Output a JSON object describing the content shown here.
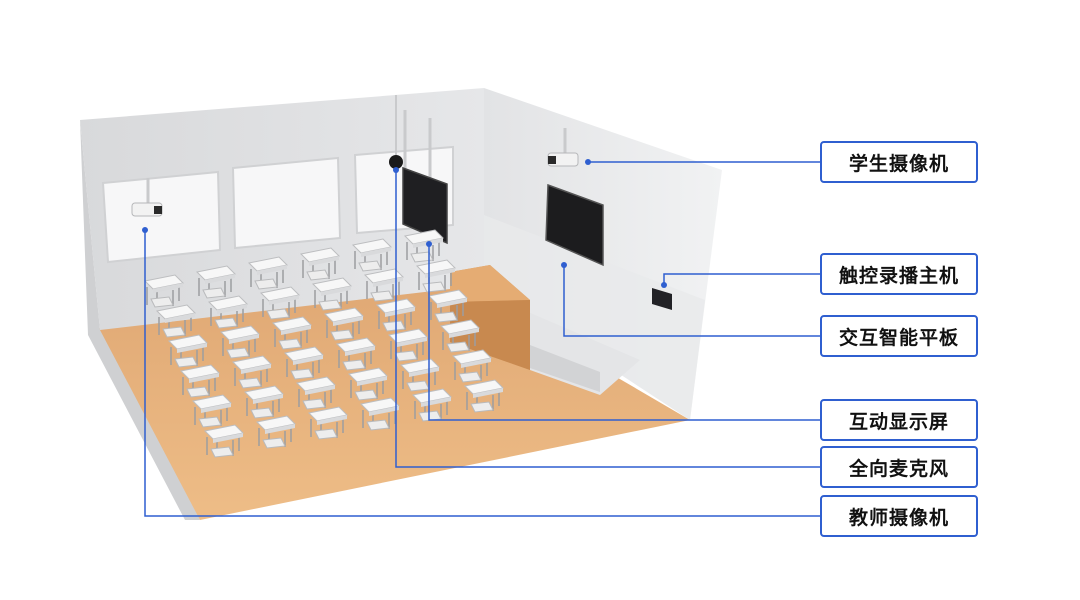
{
  "labels": {
    "student_camera": "学生摄像机",
    "touch_recorder": "触控录播主机",
    "interactive_tablet": "交互智能平板",
    "interactive_display": "互动显示屏",
    "omni_microphone": "全向麦克风",
    "teacher_camera": "教师摄像机"
  },
  "colors": {
    "callout_line": "#2f5fd0",
    "floor": "#e8b47c",
    "wall": "#e3e4e6",
    "desk": "#f4f4f4"
  }
}
